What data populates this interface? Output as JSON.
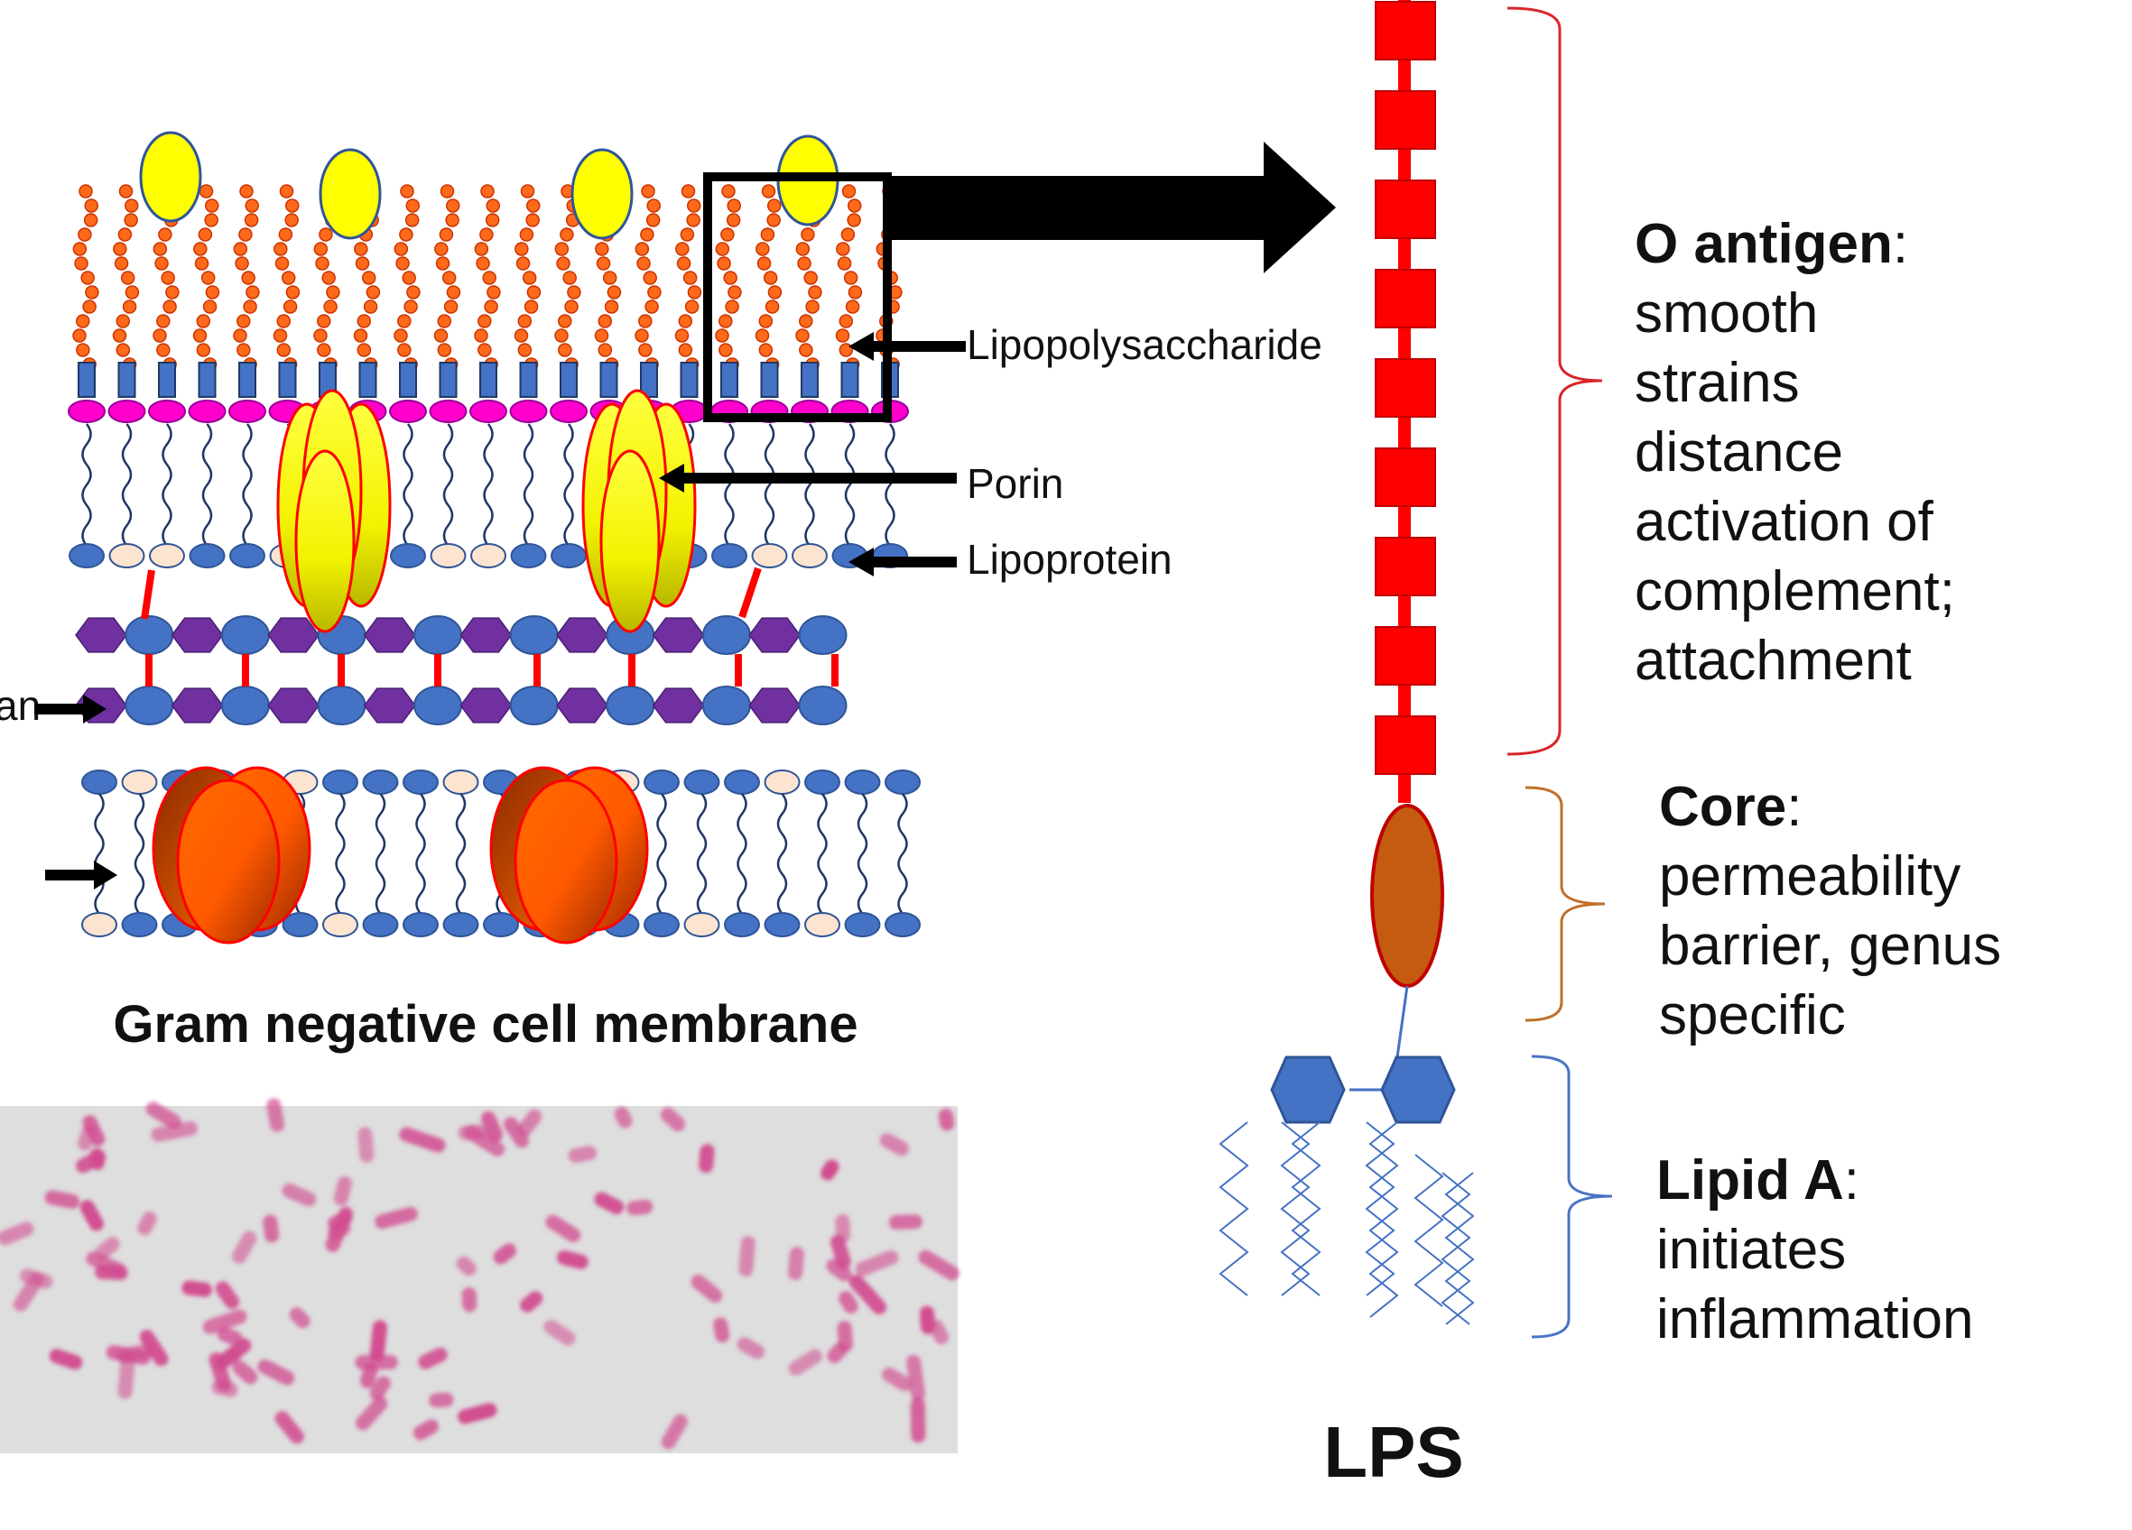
{
  "membrane": {
    "labels": {
      "lps": "Lipopolysaccharide",
      "porin": "Porin",
      "lipoprotein": "Lipoprotein",
      "peptidoglycan_partial": "an"
    },
    "caption": "Gram negative cell membrane"
  },
  "lps_detail": {
    "title": "LPS",
    "sections": [
      {
        "name": "O antigen",
        "suffix": ":",
        "lines": [
          "smooth",
          "strains",
          "distance",
          "activation of",
          "complement;",
          "attachment"
        ],
        "bracket_color": "#d9252a"
      },
      {
        "name": "Core",
        "suffix": ":",
        "lines": [
          "permeability",
          "barrier, genus",
          "specific"
        ],
        "bracket_color": "#c0702a"
      },
      {
        "name": "Lipid A",
        "suffix": ":",
        "lines": [
          "initiates",
          "inflammation"
        ],
        "bracket_color": "#4a74c4"
      }
    ]
  },
  "colors": {
    "o_antigen_unit": "#ff0000",
    "core": "#c55a11",
    "lipid_a_head": "#4472c4",
    "porin": "#ffff00",
    "protein": "#ff6600",
    "peptidoglycan_sugar": "#7030a0",
    "micrograph_bg": "#dcdcdc",
    "bacteria": "#d14b8f"
  }
}
